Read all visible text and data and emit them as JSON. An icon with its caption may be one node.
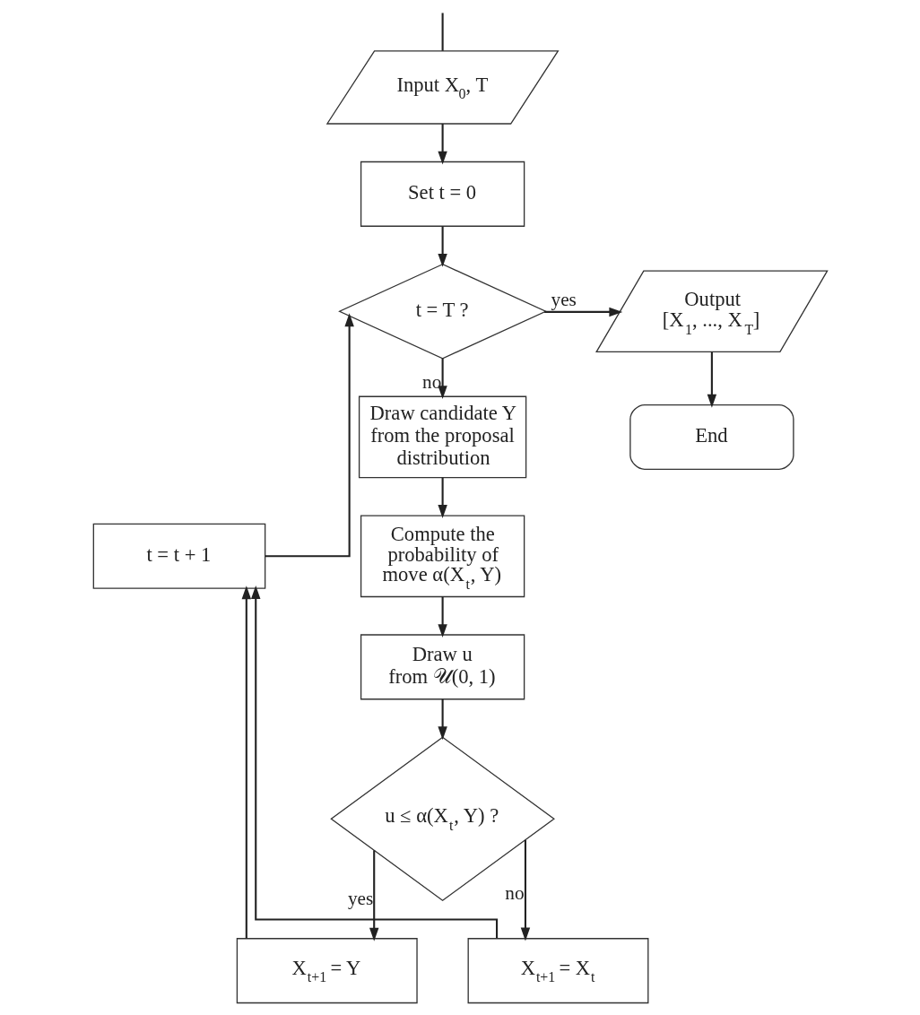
{
  "diagram": {
    "nodes": [
      {
        "text": [
          "Input X$_{0}$, T"
        ]
      },
      {
        "text": [
          "Set t = 0"
        ]
      },
      {
        "text": [
          "t = T ?"
        ]
      },
      {
        "text": [
          "Output [X$_{1}$, ..., X$_{T}$]"
        ]
      },
      {
        "text": [
          "End"
        ]
      },
      {
        "text": [
          "Draw candidate Y from the proposal distribution"
        ]
      },
      {
        "text": [
          "t = t + 1"
        ]
      },
      {
        "text": [
          "Compute the probability of move α(X$_{t}$, Y)"
        ]
      },
      {
        "text": [
          "Draw u from 𝒰(0, 1)"
        ]
      },
      {
        "text": [
          "u ≤ α(X$_{t}$, Y) ?"
        ]
      },
      {
        "text": [
          "X$_{t+1}$ = Y"
        ]
      },
      {
        "text": [
          "X$_{t+1}$ = X$_{t}$"
        ]
      }
    ],
    "edges": [
      {
        "from": null,
        "to": 0,
        "arrow": "none"
      },
      {
        "from": 0,
        "to": 1,
        "arrow": "to"
      },
      {
        "from": 1,
        "to": 2,
        "arrow": "to"
      },
      {
        "from": 2,
        "to": 3,
        "arrow": "to",
        "label": "yes"
      },
      {
        "from": 3,
        "to": 4,
        "arrow": "to"
      },
      {
        "from": 2,
        "to": 5,
        "arrow": "to",
        "label": "no"
      },
      {
        "from": 5,
        "to": 7,
        "arrow": "to"
      },
      {
        "from": 7,
        "to": 8,
        "arrow": "to"
      },
      {
        "from": 8,
        "to": 9,
        "arrow": "to"
      },
      {
        "from": 9,
        "to": 10,
        "arrow": "to",
        "label": "yes"
      },
      {
        "from": 9,
        "to": 11,
        "arrow": "to",
        "label": "no"
      },
      {
        "from": 10,
        "to": 6,
        "arrow": "to"
      },
      {
        "from": 11,
        "to": 6,
        "arrow": "to"
      },
      {
        "from": 6,
        "to": 2,
        "arrow": "to"
      }
    ]
  }
}
